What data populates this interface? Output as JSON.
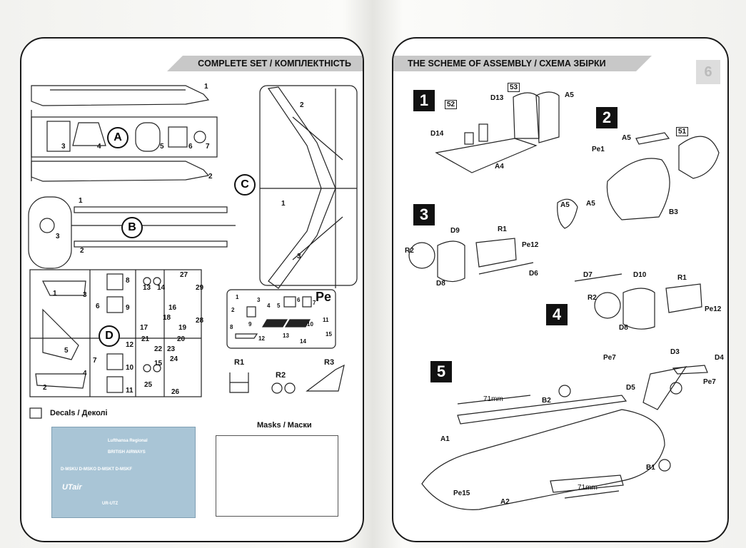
{
  "left_page": {
    "banner": "COMPLETE SET / КОМПЛЕКТНІСТЬ",
    "sprue_letters": {
      "a": "A",
      "b": "B",
      "c": "C",
      "d": "D"
    },
    "sprue_a_numbers": [
      "1",
      "2",
      "3",
      "4",
      "5",
      "6",
      "7"
    ],
    "sprue_b_numbers": [
      "1",
      "2",
      "3"
    ],
    "sprue_c_numbers": [
      "1",
      "2",
      "3"
    ],
    "sprue_d_numbers": [
      "1",
      "2",
      "3",
      "4",
      "5",
      "6",
      "7",
      "8",
      "9",
      "10",
      "11",
      "12",
      "13",
      "14",
      "15",
      "16",
      "17",
      "18",
      "19",
      "20",
      "21",
      "22",
      "23",
      "24",
      "25",
      "26",
      "27",
      "28",
      "29"
    ],
    "pe_title": "Pe",
    "pe_numbers": [
      "1",
      "2",
      "3",
      "4",
      "5",
      "6",
      "7",
      "8",
      "9",
      "10",
      "11",
      "12",
      "13",
      "14",
      "15"
    ],
    "resin_labels": {
      "r1": "R1",
      "r2": "R2",
      "r3": "R3"
    },
    "decals_label": "Decals / Деколі",
    "masks_label": "Masks / Маски",
    "decal_texts": {
      "lufthansa": "Lufthansa Regional",
      "british": "BRITISH AIRWAYS",
      "utair": "UTair",
      "reg": "UR-UTZ",
      "codes": "D-MSKU D-MSKO D-MSKT D-MSKF"
    }
  },
  "right_page": {
    "banner": "THE SCHEME OF ASSEMBLY / СХЕМА ЗБІРКИ",
    "page_number": "6",
    "steps": [
      "1",
      "2",
      "3",
      "4",
      "5"
    ],
    "step1_labels": [
      "52",
      "53",
      "D13",
      "D14",
      "A5",
      "A4"
    ],
    "step2_labels": [
      "51",
      "A5",
      "Pe1",
      "A5",
      "A5",
      "B3"
    ],
    "step3_labels": [
      "D9",
      "R1",
      "R2",
      "Pe12",
      "D8",
      "D6"
    ],
    "step4_labels": [
      "D7",
      "D10",
      "R1",
      "R2",
      "Pe12",
      "D8"
    ],
    "step5_labels": [
      "Pe7",
      "D3",
      "D4",
      "D5",
      "Pe7",
      "B2",
      "A1",
      "B1",
      "Pe15",
      "A2"
    ],
    "dimension": "71mm"
  }
}
